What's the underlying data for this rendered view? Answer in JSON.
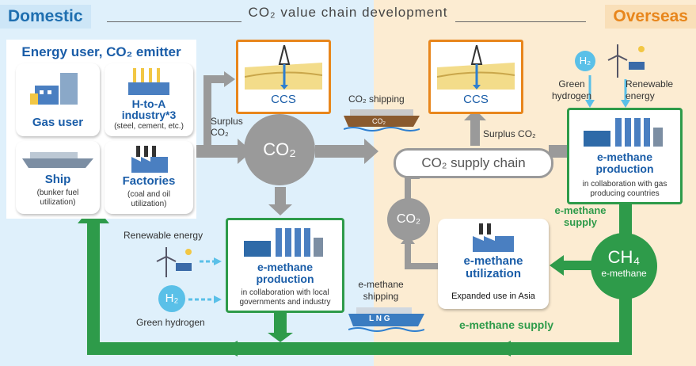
{
  "header": {
    "title": "CO₂ value chain development",
    "domestic": "Domestic",
    "overseas": "Overseas"
  },
  "emitters": {
    "heading": "Energy user, CO₂ emitter",
    "gas_user": "Gas user",
    "h_to_a": "H-to-A industry*3",
    "h_to_a_sub": "(steel, cement, etc.)",
    "ship": "Ship",
    "ship_sub": "(bunker fuel utilization)",
    "factories": "Factories",
    "factories_sub": "(coal and oil utilization)"
  },
  "ccs_left": "CCS",
  "ccs_right": "CCS",
  "surplus_left": "Surplus CO₂",
  "surplus_right": "Surplus CO₂",
  "co2_main": "CO₂",
  "co2_small": "CO₂",
  "co2_shipping": "CO₂ shipping",
  "ship_cargo_co2": "CO₂",
  "supply_chain": "CO₂ supply chain",
  "green_hydrogen_right": "Green hydrogen",
  "renewable_right": "Renewable energy",
  "h2_badge_right": "H₂",
  "emethane_prod_right": {
    "title": "e-methane production",
    "sub": "in collaboration with gas producing countries"
  },
  "emethane_supply_right": "e-methane supply",
  "ch4": {
    "formula": "CH₄",
    "label": "e-methane"
  },
  "utilization": {
    "title": "e-methane utilization",
    "sub": "Expanded use in Asia"
  },
  "renewable_left": "Renewable energy",
  "green_hydrogen_left": "Green hydrogen",
  "h2_badge_left": "H₂",
  "emethane_prod_left": {
    "title": "e-methane production",
    "sub": "in collaboration with local governments and industry"
  },
  "emethane_shipping": "e-methane shipping",
  "lng_label": "L N G",
  "emethane_supply_bottom": "e-methane supply",
  "colors": {
    "green": "#2e9b4a",
    "arrow_grey": "#9a9a9a",
    "orange": "#e8861c",
    "blue_text": "#1a5da8"
  }
}
